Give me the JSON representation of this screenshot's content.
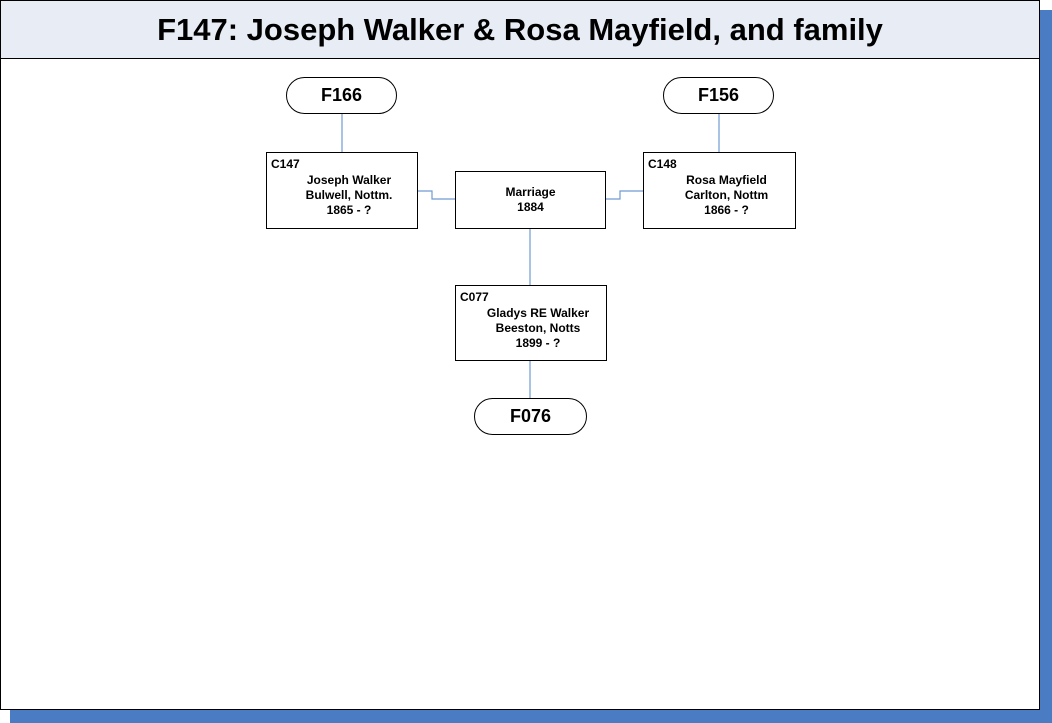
{
  "header": {
    "title": "F147: Joseph Walker & Rosa Mayfield, and family"
  },
  "family_refs": {
    "father_parents": "F166",
    "mother_parents": "F156",
    "child_family": "F076"
  },
  "husband": {
    "id": "C147",
    "name": "Joseph Walker",
    "place": "Bulwell, Nottm.",
    "dates": "1865 - ?"
  },
  "wife": {
    "id": "C148",
    "name": "Rosa Mayfield",
    "place": "Carlton, Nottm",
    "dates": "1866 - ?"
  },
  "marriage": {
    "label": "Marriage",
    "year": "1884"
  },
  "child": {
    "id": "C077",
    "name": "Gladys RE Walker",
    "place": "Beeston, Notts",
    "dates": "1899 - ?"
  },
  "colors": {
    "connector": "#6f9bd1",
    "shadow": "#4a7cc4",
    "header_bg": "#e8edf5"
  }
}
